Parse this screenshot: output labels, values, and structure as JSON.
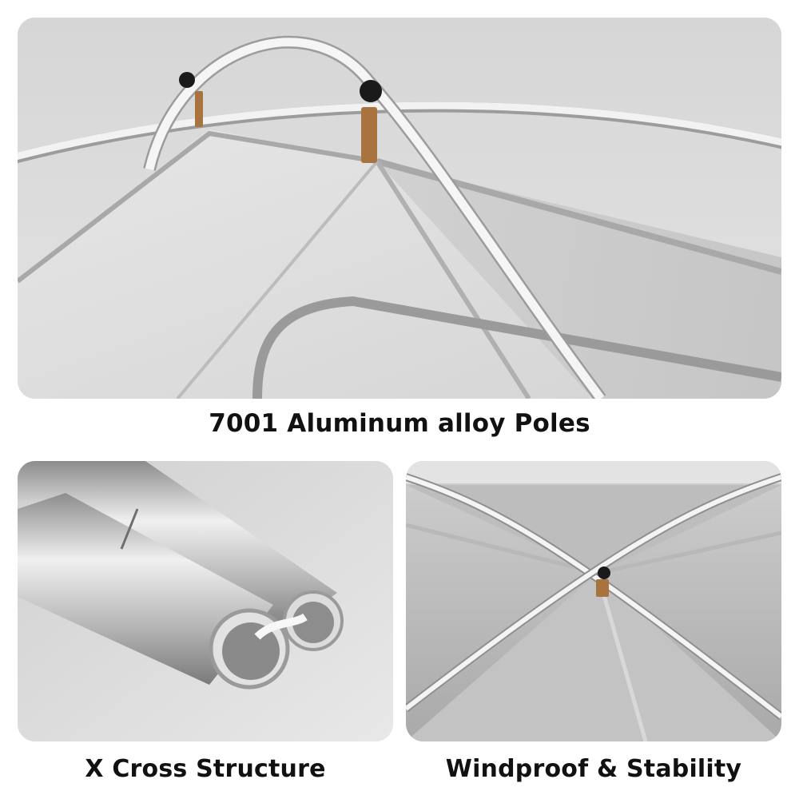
{
  "captions": {
    "top": "7001 Aluminum alloy Poles",
    "bottom_left": "X Cross Structure",
    "bottom_right": "Windproof & Stability"
  },
  "colors": {
    "background": "#ffffff",
    "panel_gray": "#d9d9d9",
    "pole_white": "#f2f2f2",
    "mesh_gray": "#cfcfcf",
    "seam_gray": "#a8a8a8",
    "clip_black": "#1a1a1a",
    "leather_tab": "#a8733f",
    "text": "#111111"
  }
}
